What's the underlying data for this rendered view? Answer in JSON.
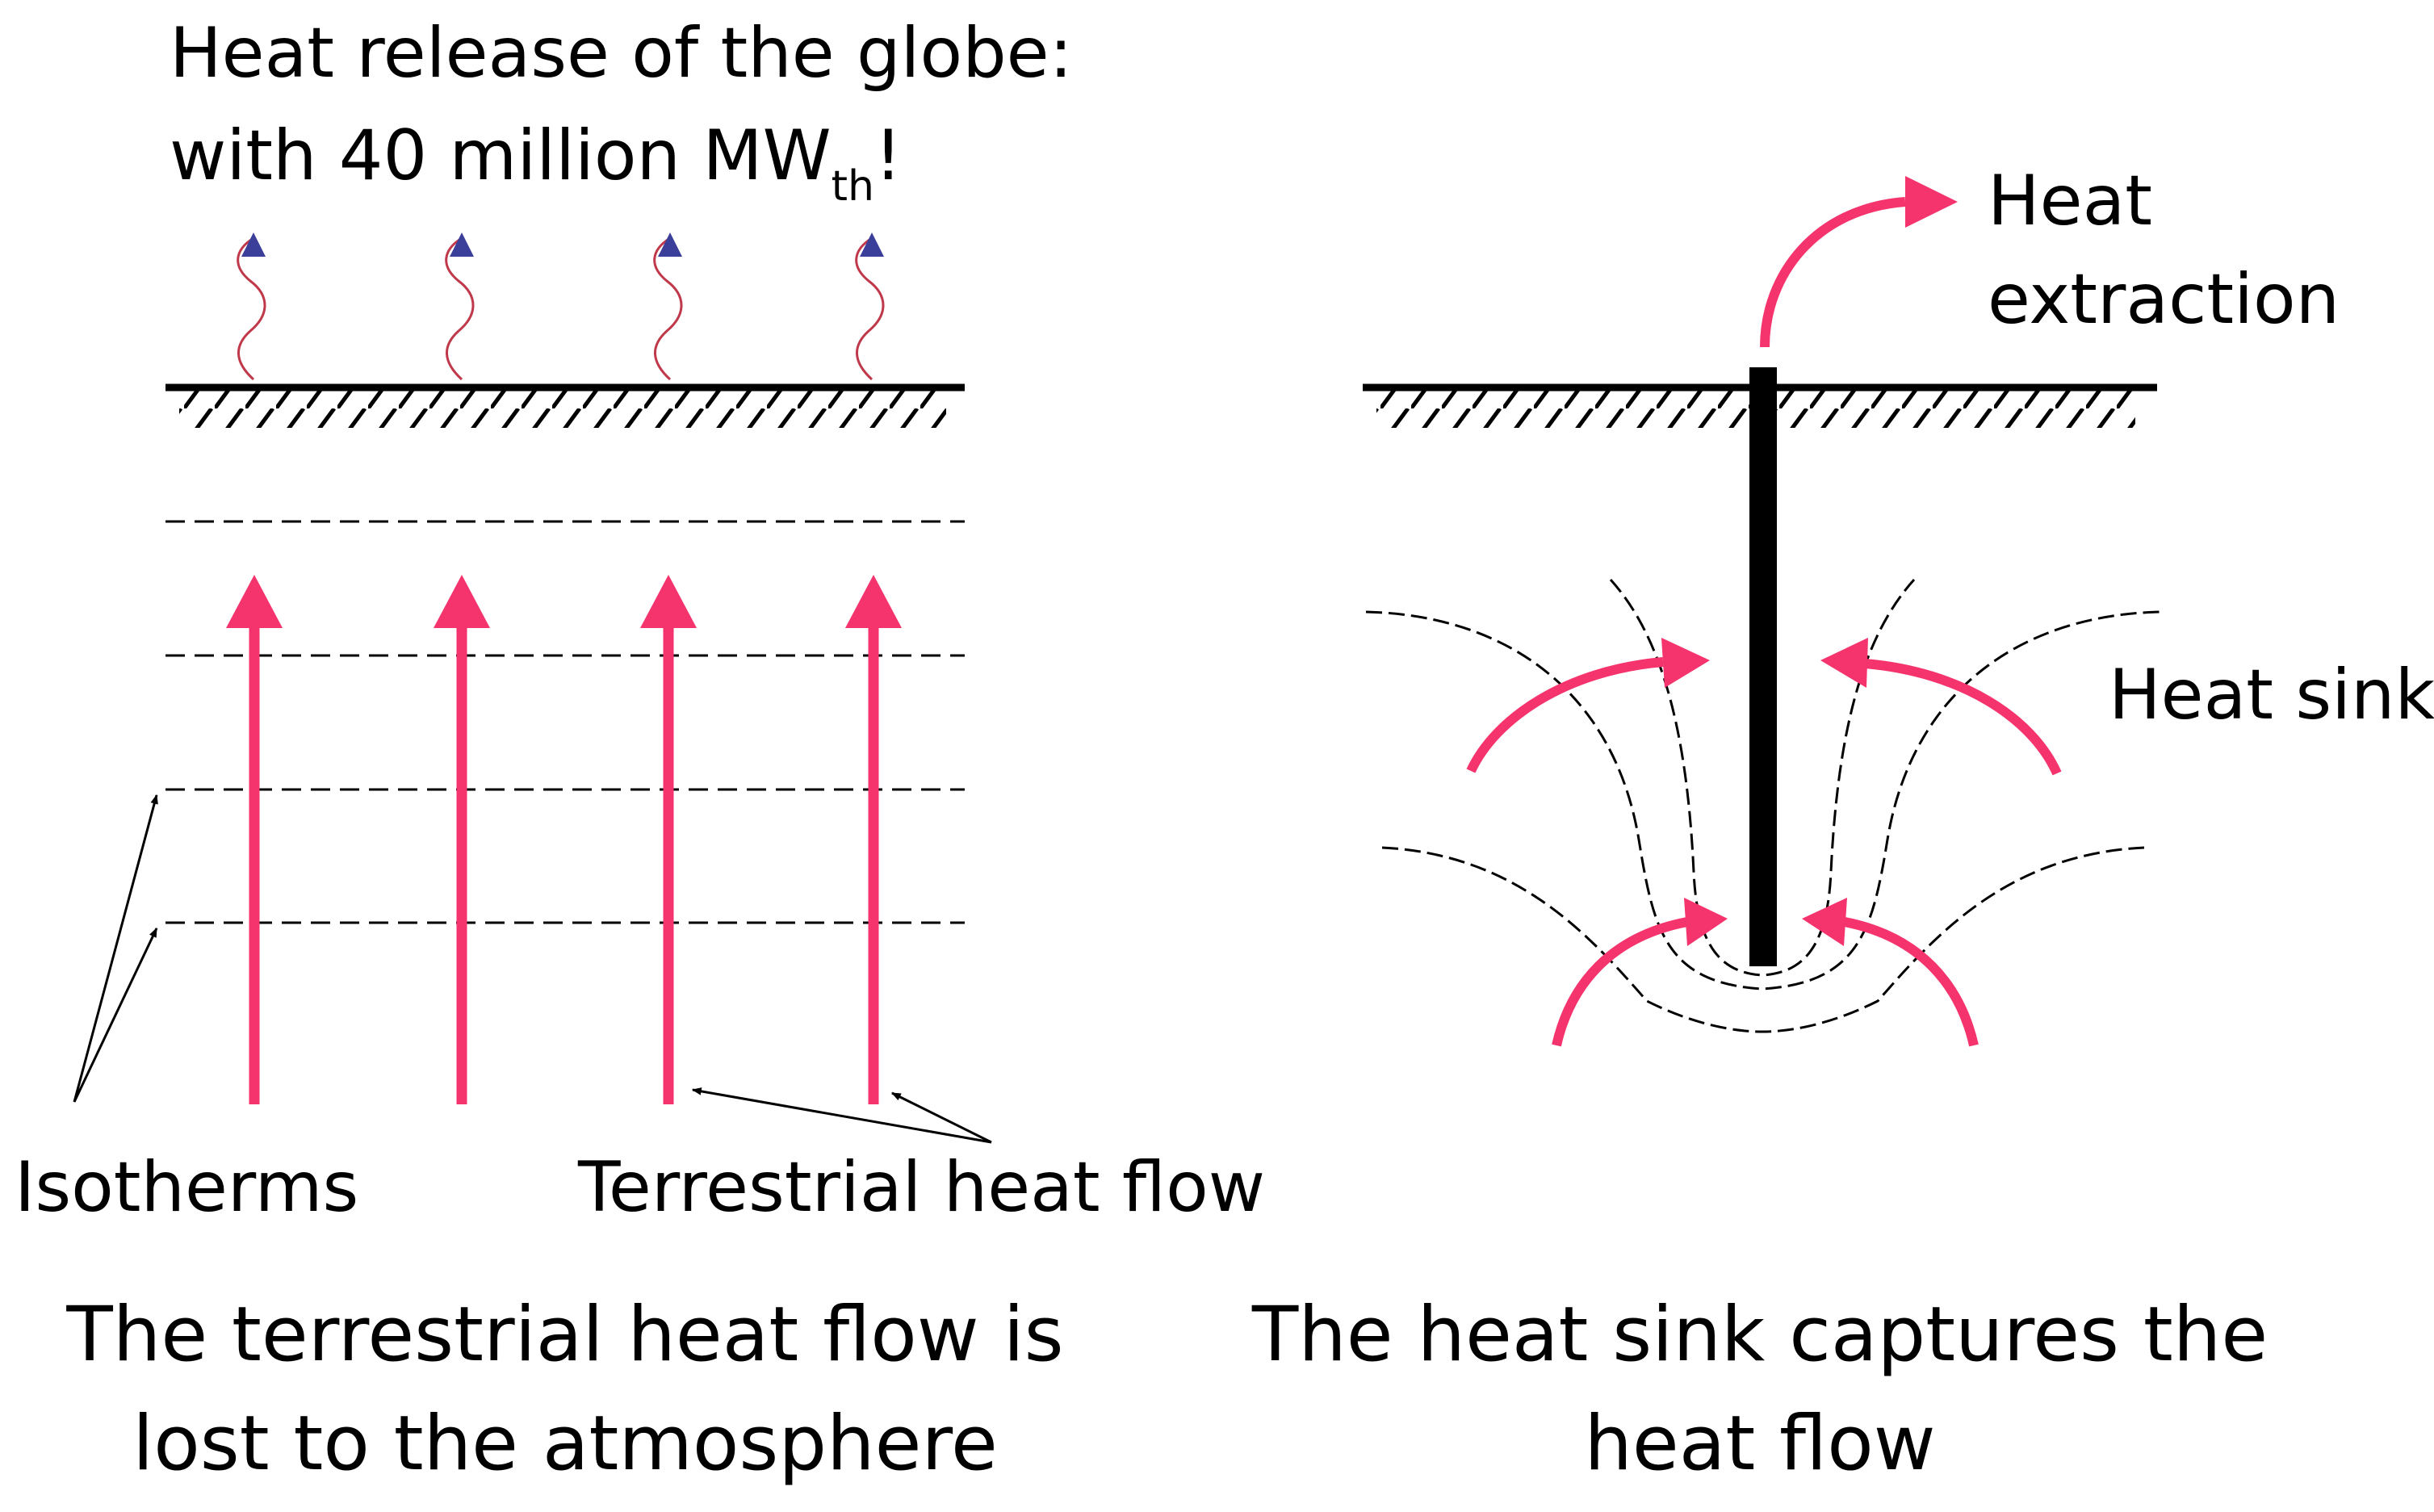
{
  "left_panel": {
    "heat_release_line1": "Heat release of the globe:",
    "heat_release_line2_main": "with 40 million MW",
    "heat_release_line2_sub": "th",
    "heat_release_line2_end": "!",
    "isotherms_label": "Isotherms",
    "heat_flow_label": "Terrestrial heat flow",
    "caption_line1": "The terrestrial heat flow is",
    "caption_line2": "lost to the atmosphere"
  },
  "right_panel": {
    "extraction_line1": "Heat",
    "extraction_line2": "extraction",
    "sink_label": "Heat sink",
    "caption_line1": "The heat sink captures the",
    "caption_line2": "heat flow"
  },
  "colors": {
    "heat_arrow": "#f5336d",
    "release_wave": "#c0394b",
    "release_tip": "#3b3f9a",
    "ground": "#000000",
    "isotherm": "#000000"
  },
  "icons": {
    "heat_flow_arrow": "arrow-up",
    "heat_release": "wavy-arrow-up",
    "pipe": "borehole-pipe"
  }
}
